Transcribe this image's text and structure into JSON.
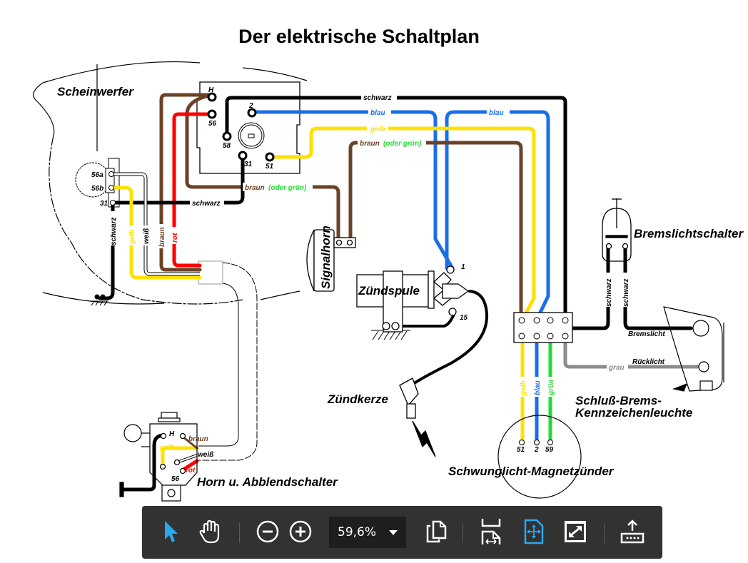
{
  "document": {
    "title": "Der elektrische Schaltplan",
    "components": {
      "headlight": "Scheinwerfer",
      "signal_horn": "Signalhorn",
      "ignition_coil": "Zündspule",
      "spark_plug": "Zündkerze",
      "horn_dimmer_switch": "Horn u. Abblendschalter",
      "flywheel_magneto": "Schwunglicht-Magnetzünder",
      "brake_light_switch": "Bremslichtschalter",
      "tail_light_line1": "Schluß-Brems-",
      "tail_light_line2": "Kennzeichenleuchte",
      "brake_light": "Bremslicht",
      "rear_light": "Rücklicht"
    },
    "terminals": {
      "switch_H": "H",
      "switch_56": "56",
      "switch_2": "2",
      "switch_58": "58",
      "switch_31": "31",
      "switch_51": "51",
      "headlight_56a": "56a",
      "headlight_56b": "56b",
      "headlight_31": "31",
      "coil_1": "1",
      "coil_15": "15",
      "magneto_51": "51",
      "magneto_2": "2",
      "magneto_59": "59",
      "horn_switch_H": "H",
      "horn_switch_56": "56"
    },
    "wires": {
      "schwarz": "schwarz",
      "blau": "blau",
      "gelb": "gelb",
      "braun": "braun",
      "oder_gruen": "(oder grün)",
      "rot": "rot",
      "weiss": "weiß",
      "gruen": "grün",
      "grau": "grau",
      "rot_short": "rot"
    },
    "colors": {
      "schwarz": "#000000",
      "blau": "#1a6fe8",
      "gelb": "#ffe000",
      "braun": "#6b4226",
      "rot": "#ff0000",
      "gruen": "#22dd33",
      "grau": "#8c8c8c",
      "weiss": "#ffffff"
    }
  },
  "toolbar": {
    "select_tool": "pointer-icon",
    "hand_tool": "hand-icon",
    "zoom_out": "zoom-out-icon",
    "zoom_in": "zoom-in-icon",
    "zoom_level": "59,6%",
    "page_view": "copy-pages-icon",
    "fit_width": "fit-width-icon",
    "fit_page": "fit-page-icon",
    "fullscreen": "fullscreen-icon",
    "export": "export-icon",
    "accent_color": "#2aa8f0"
  }
}
